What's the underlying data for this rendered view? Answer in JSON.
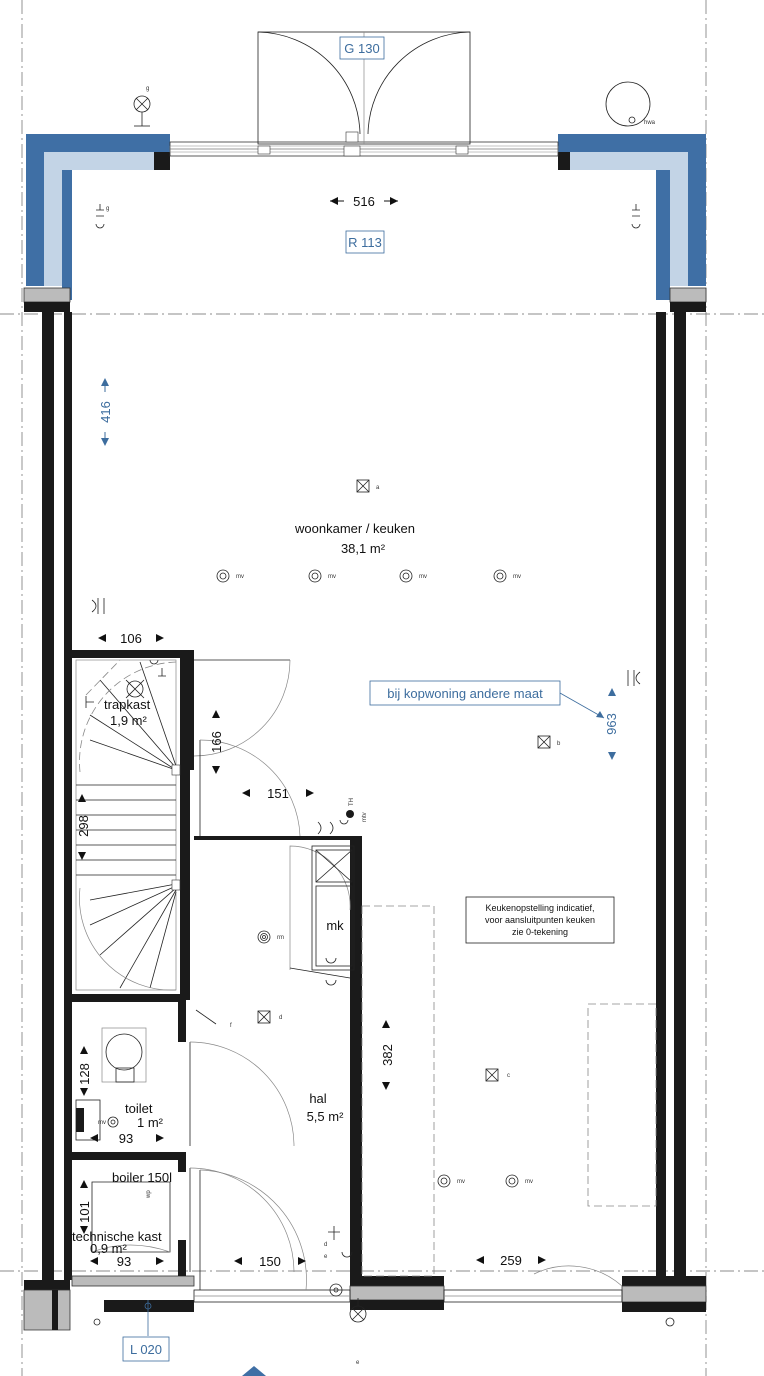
{
  "tags": {
    "g130": "G 130",
    "r113": "R 113",
    "l020": "L 020"
  },
  "rooms": {
    "woonkamer_name": "woonkamer / keuken",
    "woonkamer_area": "38,1 m²",
    "trapkast_name": "trapkast",
    "trapkast_area": "1,9 m²",
    "toilet_name": "toilet",
    "toilet_area": "1 m²",
    "boiler_label": "boiler 150l",
    "technische_name": "technische kast",
    "technische_area": "0,9 m²",
    "hal_name": "hal",
    "hal_area": "5,5 m²",
    "mk_label": "mk"
  },
  "dimensions": {
    "top_width": "516",
    "left_416": "416",
    "trapkast_width": "106",
    "d166": "166",
    "d151": "151",
    "d298": "298",
    "d963": "963",
    "d382": "382",
    "d128": "128",
    "d93_toilet": "93",
    "d101": "101",
    "d93_tech": "93",
    "d150": "150",
    "d259": "259"
  },
  "callouts": {
    "kopwoning": "bij kopwoning andere maat",
    "keuken_line1": "Keukenopstelling indicatief,",
    "keuken_line2": "voor aansluitpunten keuken",
    "keuken_line3": "zie 0-tekening"
  },
  "symbols": {
    "mv": "mv",
    "rm": "rm",
    "a": "a",
    "b": "b",
    "c": "c",
    "d": "d",
    "e": "e",
    "f": "f",
    "g": "g",
    "th": "TH",
    "mtv": "mtv",
    "hwa": "hwa",
    "wp": "wp"
  },
  "colors": {
    "facade_blue": "#3f6fa5",
    "facade_light": "#c3d4e6",
    "wall_black": "#1a1a1a",
    "tag_blue": "#3d6d9e"
  }
}
